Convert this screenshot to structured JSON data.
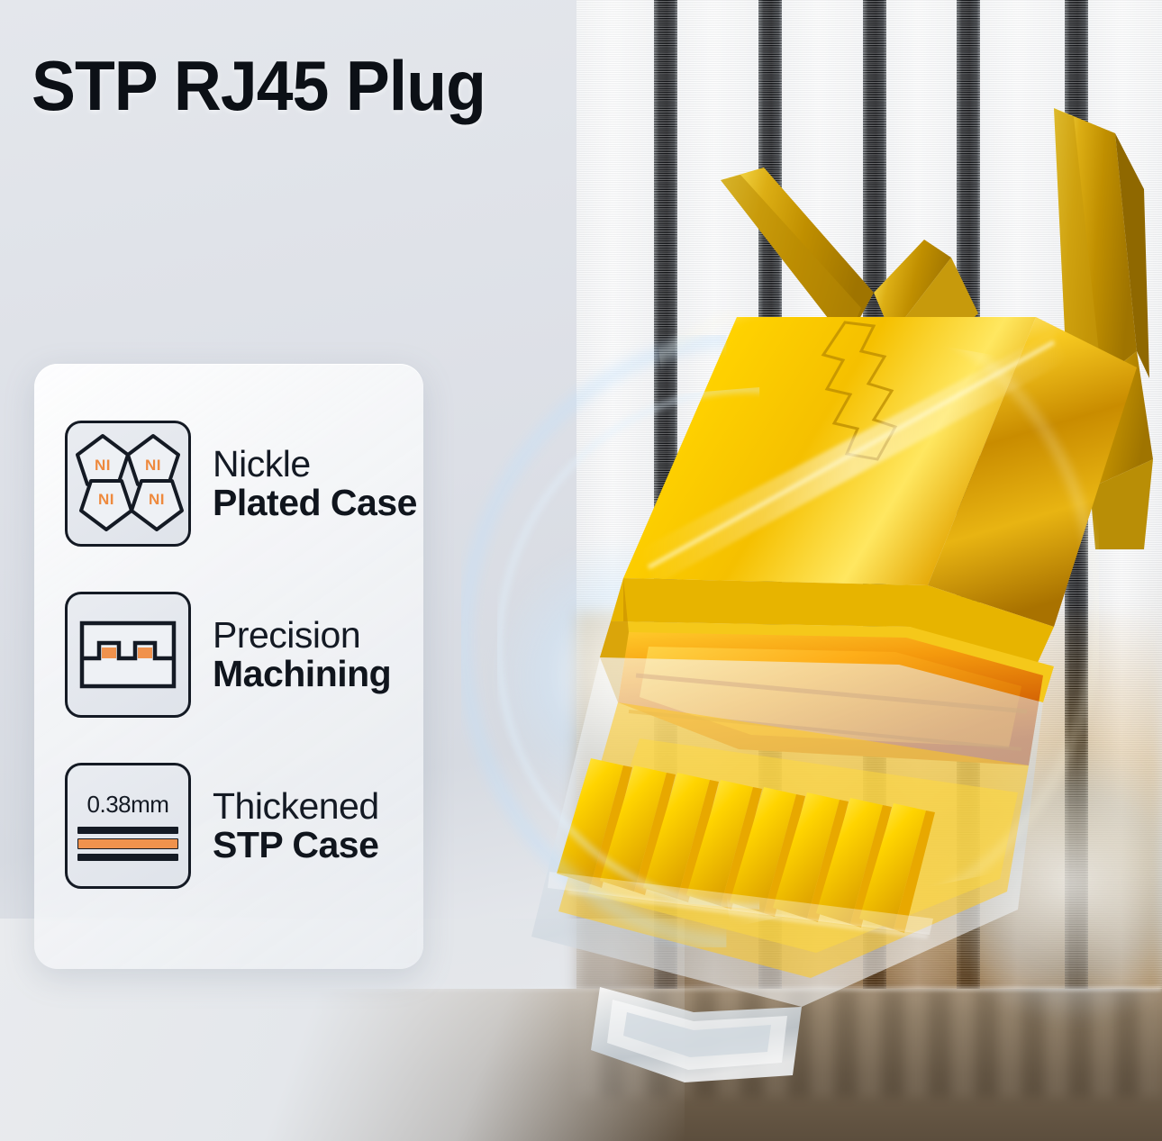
{
  "header": {
    "title": "STP RJ45 Plug"
  },
  "colors": {
    "title": "#0c1016",
    "accent_orange": "#ee8a3e",
    "icon_stroke": "#141a24",
    "card_bg": "#f3f5f8",
    "gold": "#f2c200",
    "glow": "#bee1ff"
  },
  "card": {
    "features": [
      {
        "icon": "nickel-pentagons-icon",
        "icon_labels": [
          "NI",
          "NI",
          "NI",
          "NI"
        ],
        "line1": "Nickle",
        "line2": "Plated Case"
      },
      {
        "icon": "precision-machining-icon",
        "line1": "Precision",
        "line2": "Machining"
      },
      {
        "icon": "thickness-bars-icon",
        "icon_value": "0.38mm",
        "line1": "Thickened",
        "line2": "STP Case"
      }
    ]
  },
  "product": {
    "name": "shielded-rj45-plug",
    "description": "Gold plated STP RJ45 modular plug with transparent housing and eight gold contact pins"
  },
  "background": {
    "scene": "brushed-metal-slat-wall",
    "slat_count": 5,
    "floor": "reflective-wood-surface"
  }
}
